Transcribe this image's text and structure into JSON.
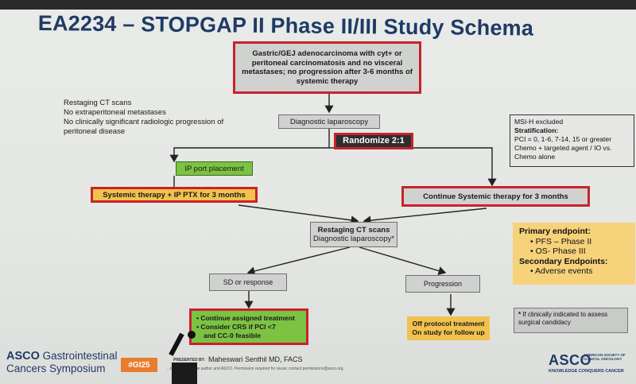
{
  "title": "EA2234 – STOPGAP II Phase II/III Study Schema",
  "eligibility": "Gastric/GEJ adenocarcinoma with cyt+ or peritoneal carcinomatosis and no visceral metastases; no progression after  3-6 months of systemic therapy",
  "restaging_criteria": {
    "heading": "Restaging CT scans",
    "lines": [
      "No extraperitoneal metastases",
      "No clinically significant radiologic progression of",
      "peritoneal disease"
    ]
  },
  "diagnostic_laparoscopy": "Diagnostic laparoscopy",
  "randomize": "Randomize 2:1",
  "stratification": {
    "line1": "MSI-H  excluded",
    "heading": "Stratification:",
    "line2": "PCI = 0, 1-6, 7-14, 15 or greater",
    "line3": "Chemo + targeted agent / IO vs.",
    "line4": "Chemo alone"
  },
  "ip_port": "IP port placement",
  "arm_a": "Systemic therapy + IP PTX for 3 months",
  "arm_b": "Continue Systemic therapy for 3 months",
  "restaging2": {
    "line1": "Restaging CT scans",
    "line2": "Diagnostic laparoscopy*"
  },
  "sd_response": "SD or response",
  "progression": "Progression",
  "continue_treatment": {
    "line1": "Continue assigned treatment",
    "line2": "Consider CRS if PCI <7",
    "line3": "and CC-0 feasible"
  },
  "off_protocol": {
    "line1": "Off  protocol treatment",
    "line2": "On study for follow up"
  },
  "endpoints": {
    "primary_heading": "Primary endpoint:",
    "primary": [
      "PFS – Phase II",
      "OS- Phase III"
    ],
    "secondary_heading": "Secondary Endpoints:",
    "secondary": [
      "Adverse events"
    ]
  },
  "footnote": {
    "symbol": "*",
    "text": "If clinically indicated to assess surgical candidacy"
  },
  "footer": {
    "asco_line1_brand": "ASCO",
    "asco_line1_rest": " Gastrointestinal",
    "asco_line2": "Cancers Symposium",
    "hashtag": "#GI25",
    "presented_by": "PRESENTED BY:",
    "presenter": "Maheswari Senthil MD, FACS",
    "disclaimer": "...is property of the author and ASCO. Permission required for reuse; contact permissions@asco.org.",
    "asco_logo": "ASCO",
    "society": "AMERICAN SOCIETY OF CLINICAL ONCOLOGY",
    "tagline": "KNOWLEDGE CONQUERS CANCER"
  },
  "colors": {
    "title": "#1f3a66",
    "red_border": "#c8232c",
    "green_box": "#7cc243",
    "orange_box": "#f2c14e",
    "endpoint_box": "#f6d27a",
    "hashtag": "#e87d2b"
  }
}
